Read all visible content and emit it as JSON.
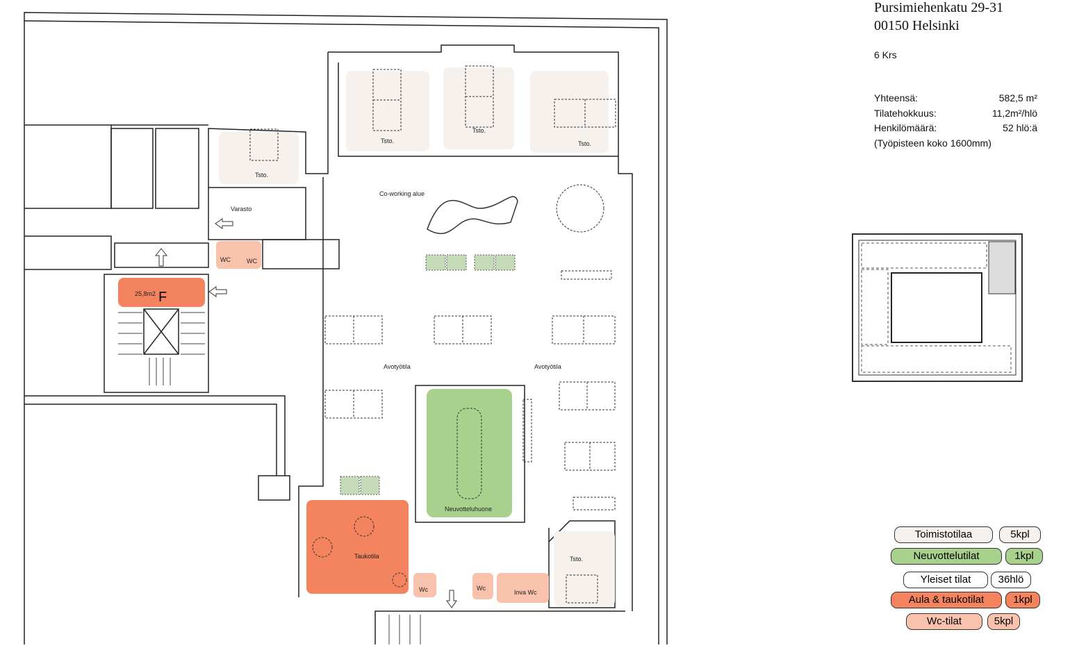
{
  "header": {
    "address_line1": "Pursimiehenkatu 29-31",
    "address_line2": "00150 Helsinki",
    "floor": "6 Krs"
  },
  "stats": [
    {
      "label": "Yhteensä:",
      "value": "582,5 m²"
    },
    {
      "label": "Tilatehokkuus:",
      "value": "11,2m²/hlö"
    },
    {
      "label": "Henkilömäärä:",
      "value": "52 hlö:ä"
    }
  ],
  "stats_note": "(Työpisteen koko 1600mm)",
  "legend": [
    {
      "label": "Toimistotilaa",
      "count": "5kpl",
      "color": "#f6f1ec"
    },
    {
      "label": "Neuvottelutilat",
      "count": "1kpl",
      "color": "#a9d18e"
    },
    {
      "label": "Yleiset tilat",
      "count": "36hlö",
      "color": "#ffffff"
    },
    {
      "label": "Aula & taukotilat",
      "count": "1kpl",
      "color": "#f4845f"
    },
    {
      "label": "Wc-tilat",
      "count": "5kpl",
      "color": "#f9c2ad"
    }
  ],
  "plan": {
    "office_1": "Tsto.",
    "office_2": "Tsto.",
    "office_3": "Tsto.",
    "office_4": "Tsto.",
    "office_5": "Tsto.",
    "storage": "Varasto",
    "coworking": "Co-working alue",
    "wc_1": "WC",
    "wc_2": "WC",
    "lobby_area": "25,8m2",
    "lobby_mark": "F",
    "open_office_1": "Avotyötila",
    "open_office_2": "Avotyötila",
    "meeting_room": "Neuvotteluhuone",
    "break_room": "Taukotila",
    "wc_3": "Wc",
    "wc_4": "Wc",
    "accessible_wc": "Inva Wc"
  },
  "colors": {
    "office": "#f6f1ec",
    "meeting": "#a9d18e",
    "lobby": "#f4845f",
    "wc": "#f9c2ad",
    "booth": "#c5dbb8"
  }
}
